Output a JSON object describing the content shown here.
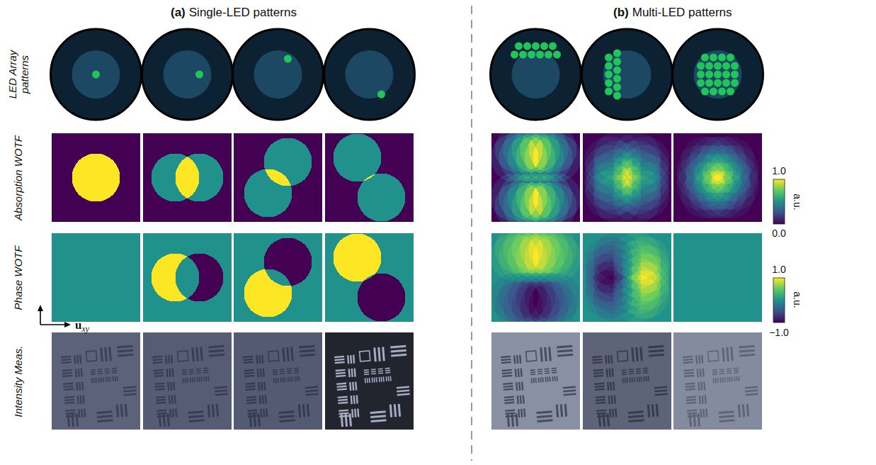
{
  "diagram": {
    "labels": [
      "(a)",
      "Single-LED patterns",
      "(b)",
      "Multi-LED patterns",
      "LED Array patterns",
      "Absorption WOTF",
      "Phase WOTF",
      "Intensity Meas.",
      "1.0",
      "a.u.",
      "0.0",
      "1.0",
      "a.u.",
      "−1.0",
      "u",
      "xy"
    ]
  }
}
